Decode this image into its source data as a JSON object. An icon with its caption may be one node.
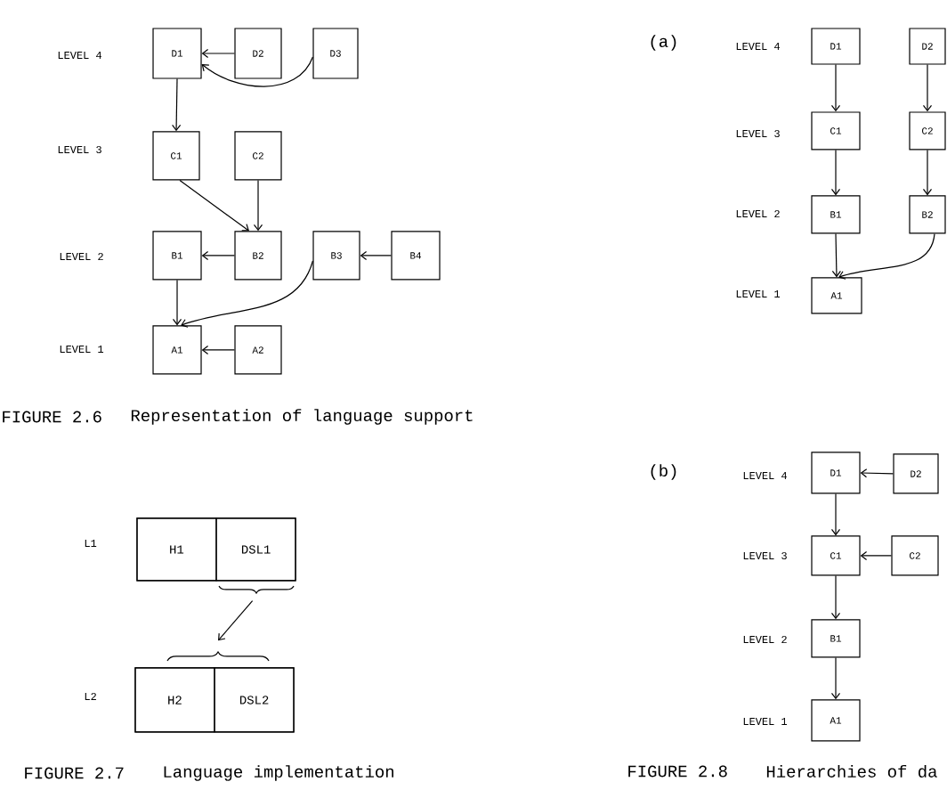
{
  "diagram": {
    "nodes": [
      {
        "text": [
          "D1"
        ]
      },
      {
        "text": [
          "D2"
        ]
      },
      {
        "text": [
          "D3"
        ]
      },
      {
        "text": [
          "C1"
        ]
      },
      {
        "text": [
          "C2"
        ]
      },
      {
        "text": [
          "B1"
        ]
      },
      {
        "text": [
          "B2"
        ]
      },
      {
        "text": [
          "B3"
        ]
      },
      {
        "text": [
          "B4"
        ]
      },
      {
        "text": [
          "A1"
        ]
      },
      {
        "text": [
          "A2"
        ]
      },
      {
        "text": [],
        "shape": "box",
        "beside": [
          "L1"
        ]
      },
      {
        "text": [
          "H1"
        ],
        "in": 11
      },
      {
        "text": [
          "DSL1"
        ],
        "in": 11
      },
      {
        "text": [],
        "shape": "box",
        "beside": [
          "L2"
        ]
      },
      {
        "text": [
          "H2"
        ],
        "in": 14
      },
      {
        "text": [
          "DSL2"
        ],
        "in": 14
      },
      {
        "text": [
          "D1"
        ]
      },
      {
        "text": [
          "D2"
        ]
      },
      {
        "text": [
          "C1"
        ]
      },
      {
        "text": [
          "C2"
        ]
      },
      {
        "text": [
          "B1"
        ]
      },
      {
        "text": [
          "B2"
        ]
      },
      {
        "text": [
          "A1"
        ]
      },
      {
        "text": [
          "D1"
        ]
      },
      {
        "text": [
          "D2"
        ]
      },
      {
        "text": [
          "C1"
        ]
      },
      {
        "text": [
          "C2"
        ]
      },
      {
        "text": [
          "B1"
        ]
      },
      {
        "text": [
          "A1"
        ]
      }
    ],
    "edges": [
      {
        "from": 1,
        "to": 0,
        "arrow": "to"
      },
      {
        "from": 2,
        "to": 0,
        "arrow": "to"
      },
      {
        "from": 0,
        "to": 3,
        "arrow": "to"
      },
      {
        "from": 3,
        "to": 6,
        "arrow": "to"
      },
      {
        "from": 4,
        "to": 6,
        "arrow": "to"
      },
      {
        "from": 6,
        "to": 5,
        "arrow": "to"
      },
      {
        "from": 5,
        "to": 9,
        "arrow": "to"
      },
      {
        "from": 7,
        "to": 9,
        "arrow": "to"
      },
      {
        "from": 8,
        "to": 7,
        "arrow": "to"
      },
      {
        "from": 10,
        "to": 9,
        "arrow": "to"
      },
      {
        "from": 13,
        "to": 14,
        "arrow": "to"
      },
      {
        "from": 17,
        "to": 19,
        "arrow": "to"
      },
      {
        "from": 19,
        "to": 21,
        "arrow": "to"
      },
      {
        "from": 21,
        "to": 23,
        "arrow": "to"
      },
      {
        "from": 18,
        "to": 20,
        "arrow": "to"
      },
      {
        "from": 20,
        "to": 22,
        "arrow": "to"
      },
      {
        "from": 22,
        "to": 23,
        "arrow": "to"
      },
      {
        "from": 25,
        "to": 24,
        "arrow": "to"
      },
      {
        "from": 24,
        "to": 26,
        "arrow": "to"
      },
      {
        "from": 27,
        "to": 26,
        "arrow": "to"
      },
      {
        "from": 26,
        "to": 28,
        "arrow": "to"
      },
      {
        "from": 28,
        "to": 29,
        "arrow": "to"
      }
    ],
    "labels": [
      "LEVEL 4",
      "LEVEL 3",
      "LEVEL 2",
      "LEVEL 1",
      "FIGURE 2.6",
      "Representation of language support",
      "FIGURE 2.7",
      "Language implementation",
      "(a)",
      "LEVEL 4",
      "LEVEL 3",
      "LEVEL 2",
      "LEVEL 1",
      "(b)",
      "LEVEL 4",
      "LEVEL 3",
      "LEVEL 2",
      "LEVEL 1",
      "FIGURE 2.8",
      "Hierarchies of da"
    ]
  }
}
